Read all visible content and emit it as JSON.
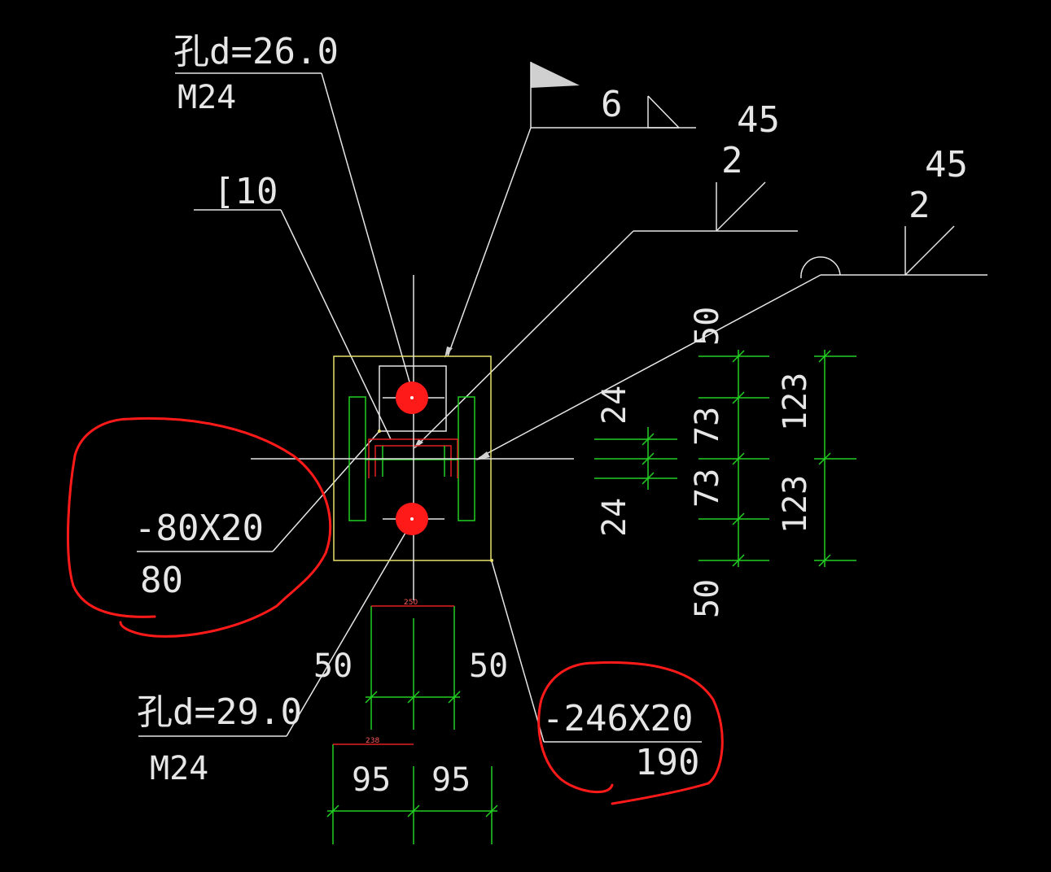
{
  "labels": {
    "bolt_hole_top": "孔d=26.0",
    "bolt_top": "M24",
    "channel": "[10",
    "weld_size": "6",
    "bevel1_angle": "45",
    "bevel1_gap": "2",
    "bevel2_angle": "45",
    "bevel2_gap": "2",
    "plate_small": "-80X20",
    "plate_small_len": "80",
    "bolt_hole_bottom": "孔d=29.0",
    "bolt_bottom": "M24",
    "plate_large": "-246X20",
    "plate_large_len": "190"
  },
  "dimensions": {
    "right_top_offset": "50",
    "right_bottom_offset": "50",
    "inner_top": "24",
    "inner_bottom": "24",
    "mid_top": "73",
    "mid_bottom": "73",
    "outer_top": "123",
    "outer_bottom": "123",
    "bottom_left_50": "50",
    "bottom_right_50": "50",
    "bottom_top_small": "250",
    "bottom_95_left": "95",
    "bottom_95_right": "95",
    "bottom_bottom_small": "238"
  },
  "colors": {
    "background": "#000000",
    "outline": "#e8e06a",
    "dimension": "#22d022",
    "bolt": "#ff1a1a",
    "annotation": "#ff1a1a",
    "text": "#e6e6e6"
  }
}
